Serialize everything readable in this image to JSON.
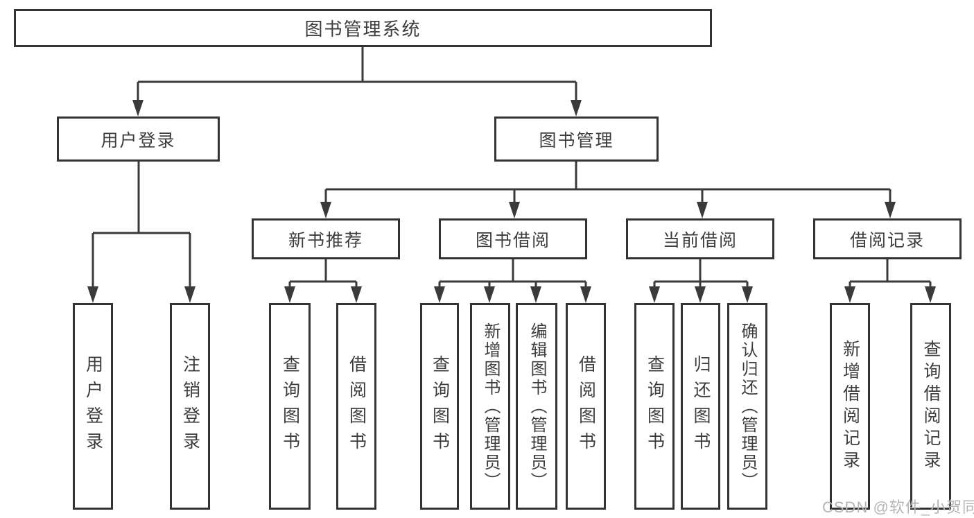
{
  "diagram": {
    "watermark": "CSDN @软件_小贺同学"
  },
  "nodes": {
    "root": "图书管理系统",
    "user_login": "用户登录",
    "book_mgmt": "图书管理",
    "new_book_rec": "新书推荐",
    "book_borrow": "图书借阅",
    "current_borrow": "当前借阅",
    "borrow_record": "借阅记录"
  },
  "leaves": {
    "user_login_leaf": "用户登录",
    "logout": "注销登录",
    "nb_query_books": "查询图书",
    "nb_borrow_books": "借阅图书",
    "bb_query_books": "查询图书",
    "bb_add_books_admin": "新增图书（管理员）",
    "bb_edit_books_admin": "编辑图书（管理员）",
    "bb_borrow_books": "借阅图书",
    "cb_query_books": "查询图书",
    "cb_return_books": "归还图书",
    "cb_confirm_return_admin": "确认归还（管理员）",
    "br_add_record": "新增借阅记录",
    "br_query_record": "查询借阅记录"
  },
  "colors": {
    "line": "#3a3a3a",
    "box_border": "#333333",
    "box_bg": "#ffffff",
    "text": "#3d3d3d",
    "watermark": "#b5b5b5"
  }
}
